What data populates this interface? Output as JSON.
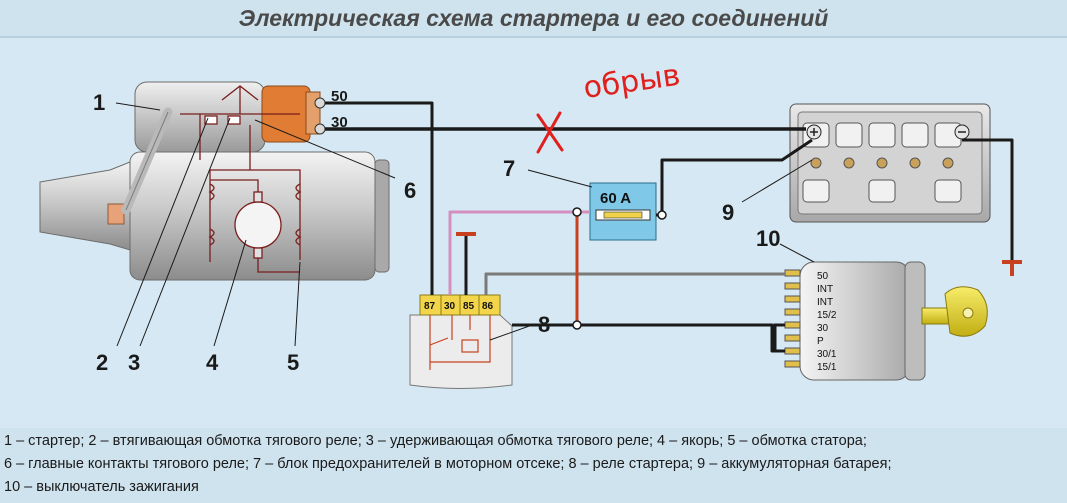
{
  "title": "Электрическая схема стартера и его соединений",
  "callouts": {
    "c1": "1",
    "c2": "2",
    "c3": "3",
    "c4": "4",
    "c5": "5",
    "c6": "6",
    "c7": "7",
    "c8": "8",
    "c9": "9",
    "c10": "10"
  },
  "terminals": {
    "t50": "50",
    "t30": "30"
  },
  "fuse_block": {
    "rating": "60 A"
  },
  "relay_pins": [
    "87",
    "30",
    "85",
    "86"
  ],
  "ignition_switch_labels": [
    "50",
    "INT",
    "INT",
    "15/2",
    "30",
    "P",
    "30/1",
    "15/1"
  ],
  "handwritten_note": "обрыв",
  "legend": {
    "line1": "1 – стартер; 2 – втягивающая обмотка тягового реле; 3 – удерживающая обмотка тягового реле; 4 – якорь; 5 – обмотка статора;",
    "line2": "6 – главные контакты тягового реле; 7 – блок предохранителей в моторном отсеке; 8 – реле стартера; 9 – аккумуляторная батарея;",
    "line3": "10 – выключатель зажигания"
  },
  "colors": {
    "wire_black": "#1a1a1a",
    "wire_red": "#c8411e",
    "wire_pink": "#d48fc0",
    "wire_gray": "#7a7a7a",
    "relay_yellow": "#f2d54a",
    "key_yellow": "#e8d321",
    "fuse_box": "#7fc8e8",
    "handwriting_red": "#e0201c"
  }
}
